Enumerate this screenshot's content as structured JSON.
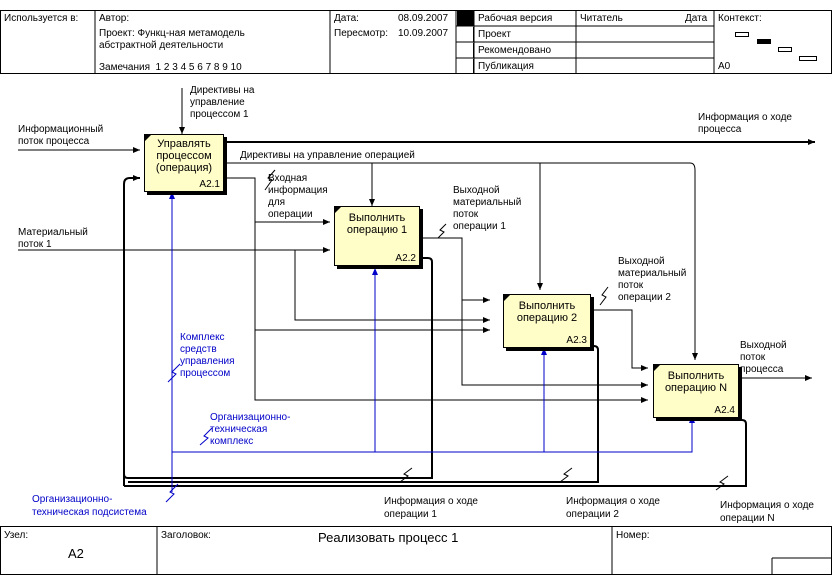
{
  "header": {
    "used_in": "Используется в:",
    "author": "Автор:",
    "project": "Проект: Функц-ная метамодель",
    "project_cont": "абстрактной деятельности",
    "notes": "Замечания  1 2 3 4 5 6 7 8 9 10",
    "date_label": "Дата:",
    "date_value": "08.09.2007",
    "rev_label": "Пересмотр:",
    "rev_value": "10.09.2007",
    "status": [
      "Рабочая версия",
      "Проект",
      "Рекомендовано",
      "Публикация"
    ],
    "status_selected": 0,
    "reader": "Читатель",
    "reader_date": "Дата",
    "context": "Контекст:",
    "context_node": "A0"
  },
  "boxes": [
    {
      "label1": "Управлять",
      "label2": "процессом",
      "label3": "(операция)",
      "num": "A2.1"
    },
    {
      "label1": "Выполнить",
      "label2": "операцию 1",
      "label3": "",
      "num": "A2.2"
    },
    {
      "label1": "Выполнить",
      "label2": "операцию 2",
      "label3": "",
      "num": "A2.3"
    },
    {
      "label1": "Выполнить",
      "label2": "операцию N",
      "label3": "",
      "num": "A2.4"
    }
  ],
  "labels": {
    "directives_top": [
      "Директивы на",
      "управление",
      "процессом 1"
    ],
    "info_flow": [
      "Информационный",
      "поток процесса"
    ],
    "info_progress": [
      "Информация о ходе",
      "процесса"
    ],
    "directives_ops": "Директивы на управление операцией",
    "input_info": [
      "Входная",
      "информация",
      "для",
      "операции"
    ],
    "material_flow": [
      "Материальный",
      "поток 1"
    ],
    "out_mat_1": [
      "Выходной",
      "материальный",
      "поток",
      "операции 1"
    ],
    "out_mat_2": [
      "Выходной",
      "материальный",
      "поток",
      "операции 2"
    ],
    "out_flow": [
      "Выходной",
      "поток",
      "процесса"
    ],
    "mgmt_tools": [
      "Комплекс",
      "средств",
      "управления",
      "процессом"
    ],
    "org_tech_complex": [
      "Организационно-",
      "техническая",
      "комплекс"
    ],
    "org_tech_subsys": [
      "Организационно-",
      "техническая подсистема"
    ],
    "info_op1": [
      "Информация о ходе",
      "операции 1"
    ],
    "info_op2": [
      "Информация о ходе",
      "операции 2"
    ],
    "info_opN": [
      "Информация о ходе",
      "операции N"
    ]
  },
  "footer": {
    "node_label": "Узел:",
    "node_value": "A2",
    "title_label": "Заголовок:",
    "title_value": "Реализовать процесс 1",
    "number_label": "Номер:"
  }
}
